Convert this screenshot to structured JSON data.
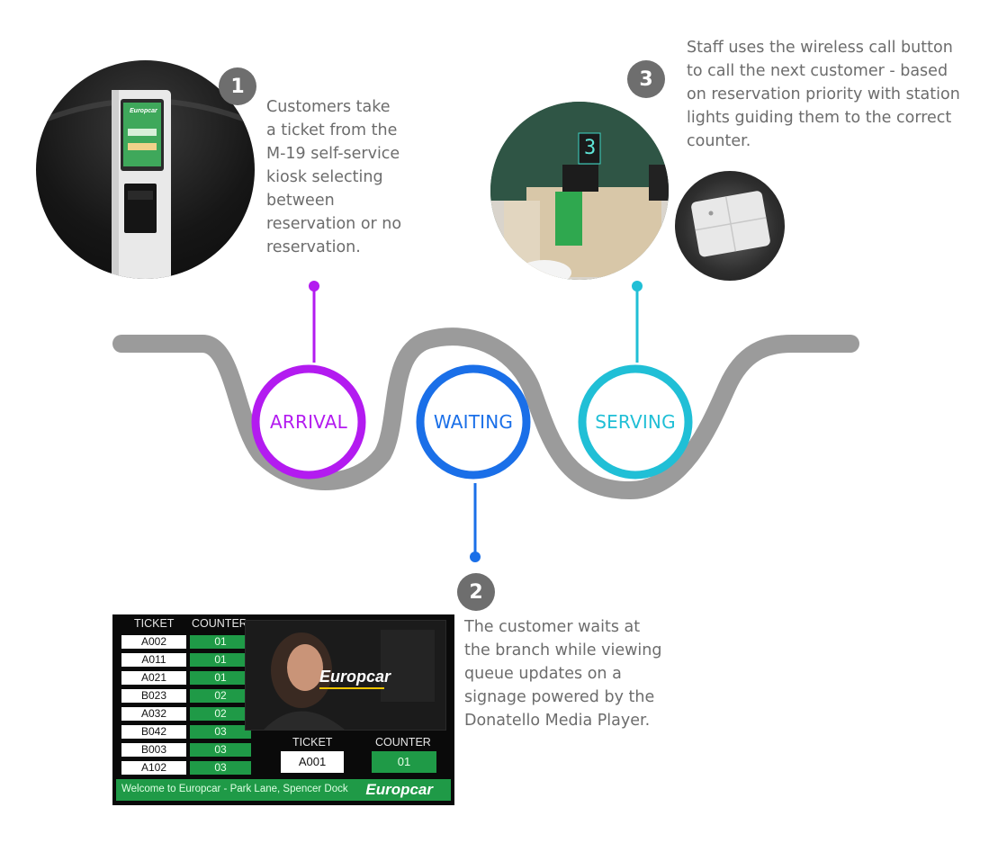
{
  "stages": [
    {
      "label": "ARRIVAL",
      "color": "#b31bf0",
      "number": "1",
      "description": [
        "Customers take",
        "a ticket from the",
        "M-19 self-service",
        "kiosk selecting",
        "between",
        "reservation or no",
        "reservation."
      ]
    },
    {
      "label": "WAITING",
      "color": "#1a6fe8",
      "number": "2",
      "description": [
        "The customer waits at",
        "the branch while viewing",
        "queue updates on a",
        "signage powered by the",
        "Donatello Media Player."
      ]
    },
    {
      "label": "SERVING",
      "color": "#20bfd6",
      "number": "3",
      "description": [
        "Staff uses the wireless call button",
        "to call the next customer - based",
        "on reservation priority with station",
        "lights guiding them to the correct",
        "counter."
      ]
    }
  ],
  "colors": {
    "track": "#9b9b9b",
    "badge": "#6e6e6e",
    "text": "#6c6c6c",
    "signage_green": "#1f9a47"
  },
  "kiosk": {
    "logo": "Europcar"
  },
  "counter_photo": {
    "counter_number": "3"
  },
  "signage": {
    "ticket_header": "TICKET",
    "counter_header": "COUNTER",
    "rows": [
      {
        "ticket": "A002",
        "counter": "01"
      },
      {
        "ticket": "A011",
        "counter": "01"
      },
      {
        "ticket": "A021",
        "counter": "01"
      },
      {
        "ticket": "B023",
        "counter": "02"
      },
      {
        "ticket": "A032",
        "counter": "02"
      },
      {
        "ticket": "B042",
        "counter": "03"
      },
      {
        "ticket": "B003",
        "counter": "03"
      },
      {
        "ticket": "A102",
        "counter": "03"
      }
    ],
    "promo_logo": "Europcar",
    "current_ticket_header": "TICKET",
    "current_counter_header": "COUNTER",
    "current_ticket": "A001",
    "current_counter": "01",
    "footer_text": "Welcome to Europcar - Park Lane, Spencer Dock",
    "footer_logo": "Europcar"
  }
}
